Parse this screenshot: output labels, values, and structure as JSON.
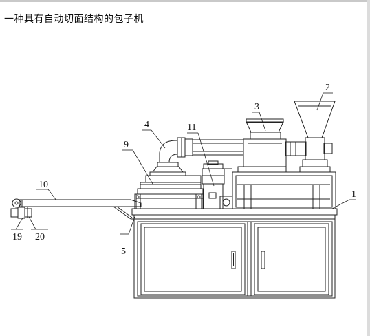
{
  "title": "一种具有自动切面结构的包子机",
  "labels": {
    "l1": "1",
    "l2": "2",
    "l3": "3",
    "l4": "4",
    "l5": "5",
    "l9": "9",
    "l10": "10",
    "l11": "11",
    "l19": "19",
    "l20": "20"
  }
}
